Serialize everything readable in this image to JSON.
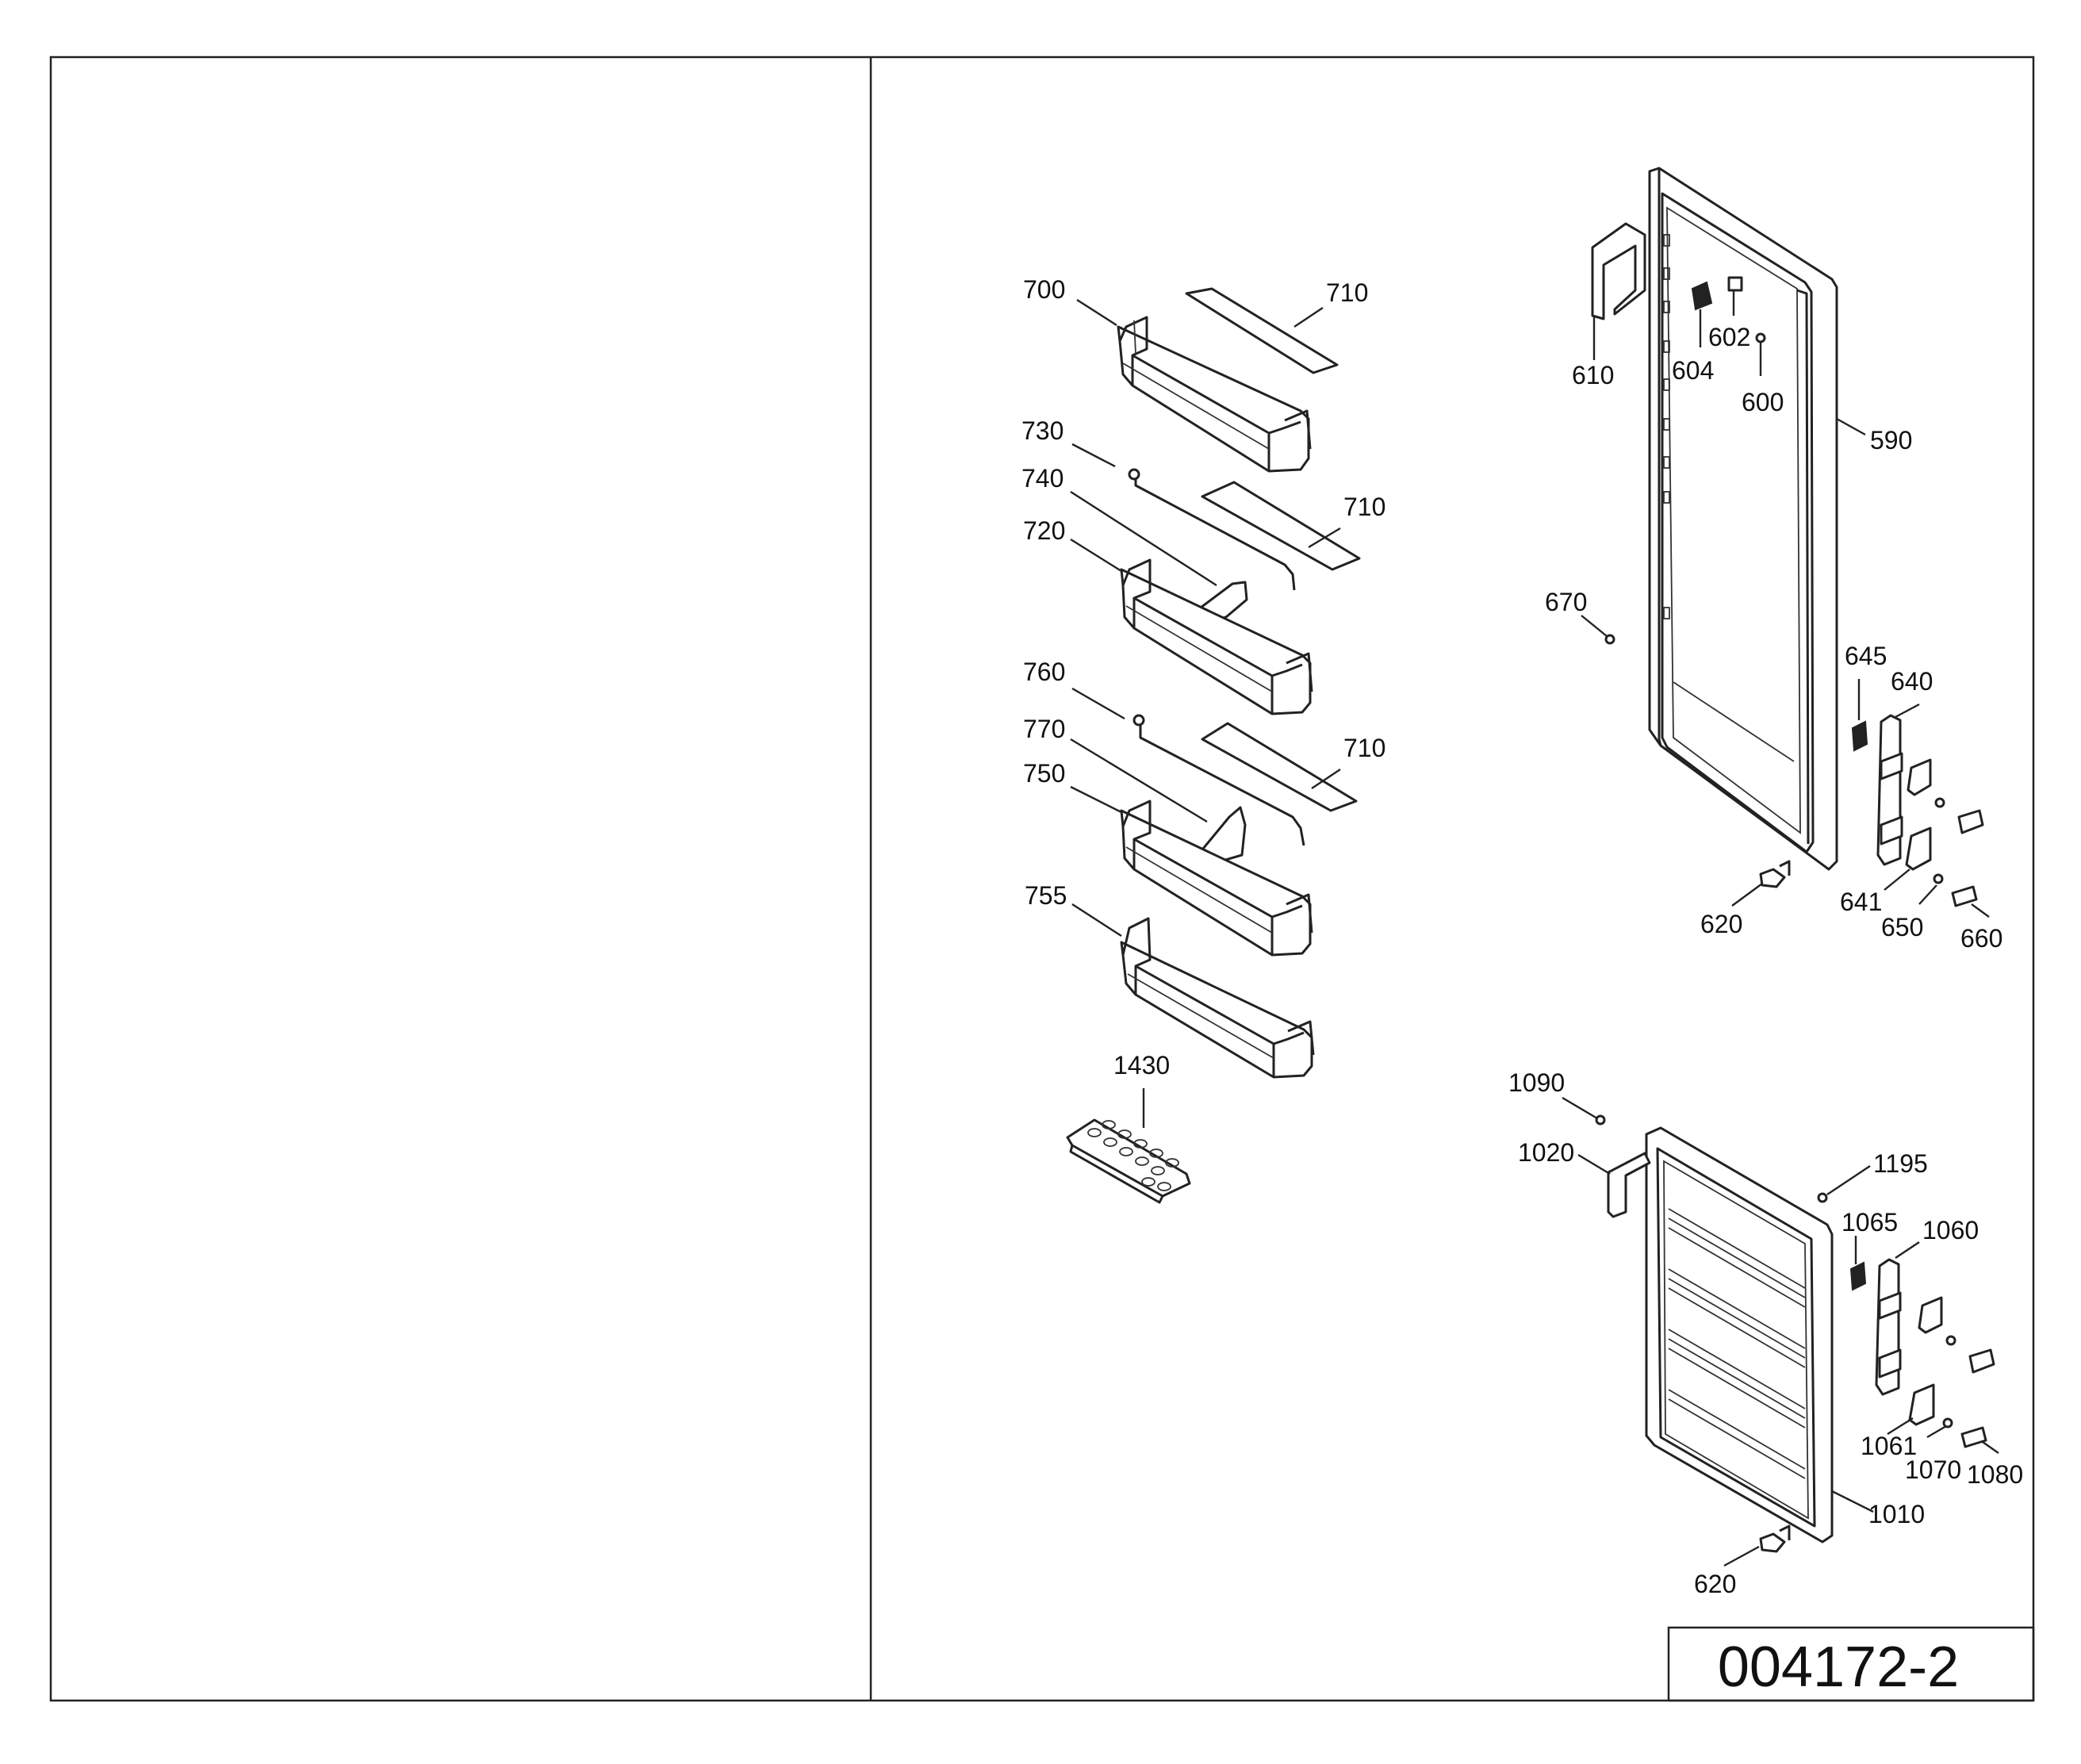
{
  "drawing": {
    "code": "004172-2",
    "callouts": [
      {
        "id": "c700",
        "text": "700"
      },
      {
        "id": "c710a",
        "text": "710"
      },
      {
        "id": "c730",
        "text": "730"
      },
      {
        "id": "c740",
        "text": "740"
      },
      {
        "id": "c710b",
        "text": "710"
      },
      {
        "id": "c720",
        "text": "720"
      },
      {
        "id": "c760",
        "text": "760"
      },
      {
        "id": "c770",
        "text": "770"
      },
      {
        "id": "c710c",
        "text": "710"
      },
      {
        "id": "c750",
        "text": "750"
      },
      {
        "id": "c755",
        "text": "755"
      },
      {
        "id": "c1430",
        "text": "1430"
      },
      {
        "id": "c610",
        "text": "610"
      },
      {
        "id": "c604",
        "text": "604"
      },
      {
        "id": "c602",
        "text": "602"
      },
      {
        "id": "c600",
        "text": "600"
      },
      {
        "id": "c590",
        "text": "590"
      },
      {
        "id": "c670",
        "text": "670"
      },
      {
        "id": "c645",
        "text": "645"
      },
      {
        "id": "c640",
        "text": "640"
      },
      {
        "id": "c620a",
        "text": "620"
      },
      {
        "id": "c641",
        "text": "641"
      },
      {
        "id": "c650",
        "text": "650"
      },
      {
        "id": "c660",
        "text": "660"
      },
      {
        "id": "c1090",
        "text": "1090"
      },
      {
        "id": "c1020",
        "text": "1020"
      },
      {
        "id": "c1195",
        "text": "1195"
      },
      {
        "id": "c1065",
        "text": "1065"
      },
      {
        "id": "c1060",
        "text": "1060"
      },
      {
        "id": "c1061",
        "text": "1061"
      },
      {
        "id": "c1070",
        "text": "1070"
      },
      {
        "id": "c1080",
        "text": "1080"
      },
      {
        "id": "c1010",
        "text": "1010"
      },
      {
        "id": "c620b",
        "text": "620"
      }
    ]
  }
}
